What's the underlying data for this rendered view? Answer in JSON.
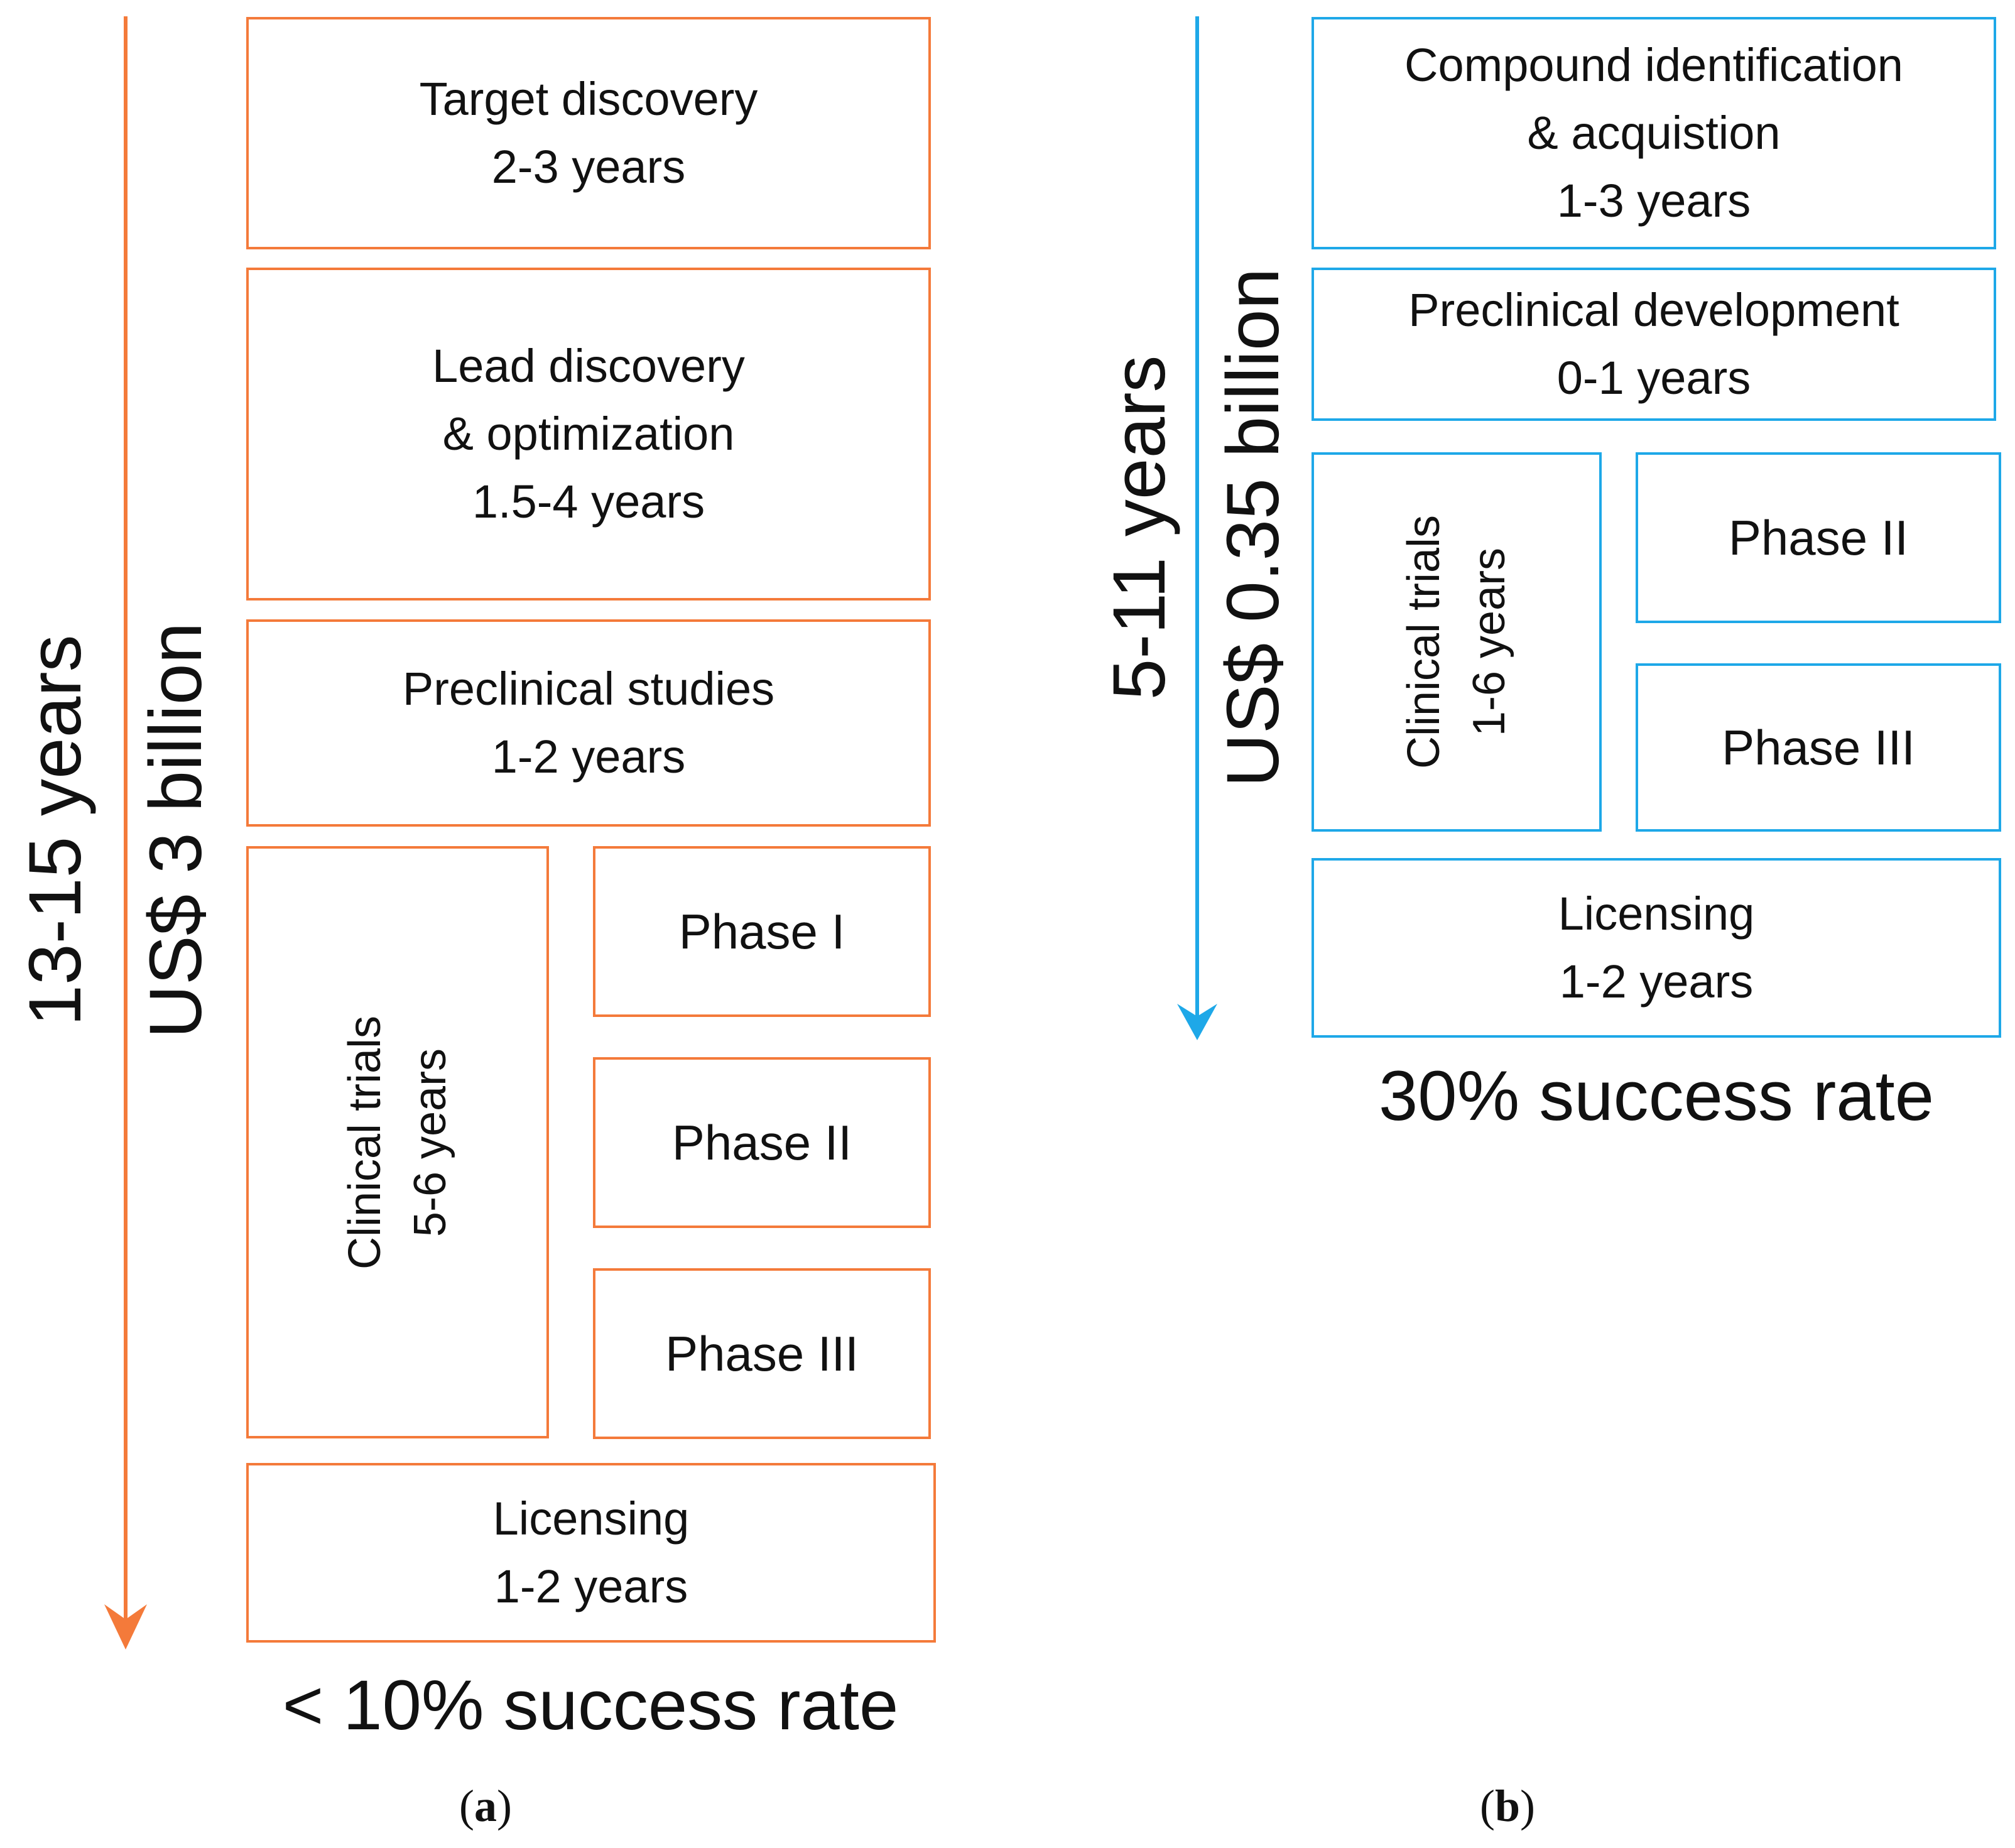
{
  "colors": {
    "panel_a_accent": "#F47A3A",
    "panel_b_accent": "#1EA8E8"
  },
  "panel_a": {
    "duration_total": "13-15 years",
    "cost": "US$ 3 billion",
    "steps": {
      "target": {
        "title": "Target discovery",
        "duration": "2-3 years"
      },
      "lead": {
        "title_line1": "Lead discovery",
        "title_line2": "& optimization",
        "duration": "1.5-4 years"
      },
      "preclinical": {
        "title": "Preclinical studies",
        "duration": "1-2 years"
      },
      "clinical": {
        "title": "Clinical trials",
        "duration": "5-6 years"
      },
      "phase1": {
        "label": "Phase I"
      },
      "phase2": {
        "label": "Phase II"
      },
      "phase3": {
        "label": "Phase III"
      },
      "licensing": {
        "title": "Licensing",
        "duration": "1-2 years"
      }
    },
    "success_rate": "< 10% success rate",
    "label_open": "(",
    "label_letter": "a",
    "label_close": ")"
  },
  "panel_b": {
    "duration_total": "5-11 years",
    "cost": "US$ 0.35 billion",
    "steps": {
      "compound": {
        "title_line1": "Compound identification",
        "title_line2": "& acquistion",
        "duration": "1-3 years"
      },
      "preclinical": {
        "title": "Preclinical development",
        "duration": "0-1 years"
      },
      "clinical": {
        "title": "Clinical trials",
        "duration": "1-6 years"
      },
      "phase2": {
        "label": "Phase II"
      },
      "phase3": {
        "label": "Phase III"
      },
      "licensing": {
        "title": "Licensing",
        "duration": "1-2 years"
      }
    },
    "success_rate": "30% success rate",
    "label_open": "(",
    "label_letter": "b",
    "label_close": ")"
  }
}
